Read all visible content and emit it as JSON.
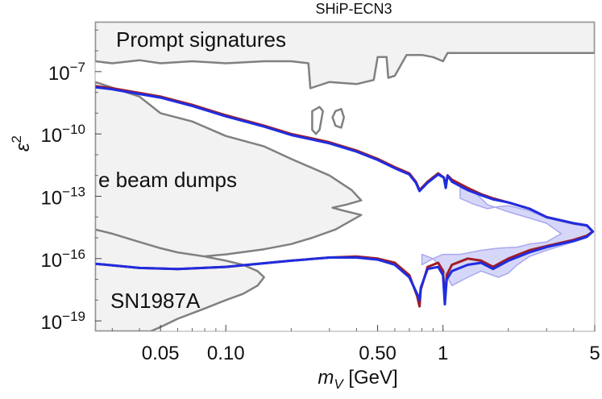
{
  "chart_data": {
    "type": "line",
    "title": "SHiP-ECN3",
    "xlabel": {
      "symbol": "m",
      "subscript": "V",
      "unit": " [GeV]"
    },
    "ylabel": {
      "symbol": "ε",
      "superscript": "2"
    },
    "x_scale": "log",
    "y_scale": "log",
    "xlim": [
      0.025,
      5
    ],
    "ylim": [
      -19.5,
      -4.6
    ],
    "x_ticks": [
      {
        "value": 0.05,
        "label": "0.05"
      },
      {
        "value": 0.1,
        "label": "0.10"
      },
      {
        "value": 0.5,
        "label": "0.50"
      },
      {
        "value": 1,
        "label": "1"
      },
      {
        "value": 5,
        "label": "5"
      }
    ],
    "y_ticks": [
      {
        "exp": -7,
        "base": "10",
        "sup": "−7"
      },
      {
        "exp": -10,
        "base": "10",
        "sup": "−10"
      },
      {
        "exp": -13,
        "base": "10",
        "sup": "−13"
      },
      {
        "exp": -16,
        "base": "10",
        "sup": "−16"
      },
      {
        "exp": -19,
        "base": "10",
        "sup": "−19"
      }
    ],
    "y_values_note": "y values are log10(ε²)",
    "excluded_regions": [
      {
        "label": "Prompt signatures",
        "fill": "#f2f2f2",
        "edge": "#808080",
        "polygon": [
          [
            0.025,
            -6.5
          ],
          [
            0.03,
            -6.6
          ],
          [
            0.04,
            -6.45
          ],
          [
            0.05,
            -6.6
          ],
          [
            0.07,
            -6.5
          ],
          [
            0.1,
            -6.6
          ],
          [
            0.15,
            -6.5
          ],
          [
            0.2,
            -6.5
          ],
          [
            0.24,
            -6.6
          ],
          [
            0.245,
            -7.8
          ],
          [
            0.3,
            -7.5
          ],
          [
            0.4,
            -7.6
          ],
          [
            0.48,
            -7.4
          ],
          [
            0.5,
            -6.3
          ],
          [
            0.55,
            -6.3
          ],
          [
            0.56,
            -7.3
          ],
          [
            0.6,
            -7.2
          ],
          [
            0.68,
            -6.2
          ],
          [
            0.8,
            -6.2
          ],
          [
            0.9,
            -6.3
          ],
          [
            1.0,
            -6.5
          ],
          [
            1.05,
            -6.1
          ],
          [
            1.5,
            -6.1
          ],
          [
            2.0,
            -6.1
          ],
          [
            3.0,
            -6.1
          ],
          [
            4.0,
            -6.1
          ],
          [
            5.0,
            -6.1
          ],
          [
            5.0,
            -4.6
          ],
          [
            0.025,
            -4.6
          ]
        ]
      },
      {
        "label": "e beam dumps",
        "fill": "#f2f2f2",
        "edge": "#808080",
        "polygon": [
          [
            0.025,
            -7.5
          ],
          [
            0.04,
            -8.2
          ],
          [
            0.05,
            -9.0
          ],
          [
            0.07,
            -9.4
          ],
          [
            0.1,
            -10.1
          ],
          [
            0.15,
            -10.6
          ],
          [
            0.2,
            -11.2
          ],
          [
            0.3,
            -12.0
          ],
          [
            0.38,
            -12.7
          ],
          [
            0.42,
            -13.2
          ],
          [
            0.36,
            -13.4
          ],
          [
            0.31,
            -13.55
          ],
          [
            0.35,
            -13.7
          ],
          [
            0.42,
            -13.9
          ],
          [
            0.32,
            -14.6
          ],
          [
            0.25,
            -15.0
          ],
          [
            0.2,
            -15.3
          ],
          [
            0.15,
            -15.55
          ],
          [
            0.1,
            -15.8
          ],
          [
            0.07,
            -15.95
          ],
          [
            0.05,
            -15.9
          ],
          [
            0.04,
            -15.7
          ],
          [
            0.03,
            -15.3
          ],
          [
            0.025,
            -15.0
          ]
        ]
      },
      {
        "label": "SN1987A",
        "fill": "#f2f2f2",
        "edge": "#808080",
        "polygon": [
          [
            0.025,
            -14.6
          ],
          [
            0.03,
            -14.8
          ],
          [
            0.04,
            -15.2
          ],
          [
            0.05,
            -15.5
          ],
          [
            0.06,
            -15.7
          ],
          [
            0.08,
            -15.9
          ],
          [
            0.1,
            -16.1
          ],
          [
            0.12,
            -16.3
          ],
          [
            0.14,
            -16.6
          ],
          [
            0.15,
            -16.9
          ],
          [
            0.14,
            -17.3
          ],
          [
            0.12,
            -17.7
          ],
          [
            0.1,
            -18.0
          ],
          [
            0.08,
            -18.4
          ],
          [
            0.06,
            -18.9
          ],
          [
            0.05,
            -19.3
          ],
          [
            0.045,
            -19.5
          ],
          [
            0.025,
            -19.5
          ]
        ]
      }
    ],
    "excluded_islands": [
      {
        "name": "prompt-island",
        "polygon": [
          [
            0.25,
            -8.9
          ],
          [
            0.27,
            -8.7
          ],
          [
            0.28,
            -8.9
          ],
          [
            0.27,
            -9.8
          ],
          [
            0.26,
            -10.0
          ],
          [
            0.25,
            -9.8
          ]
        ]
      },
      {
        "name": "prompt-island",
        "polygon": [
          [
            0.32,
            -8.9
          ],
          [
            0.34,
            -8.8
          ],
          [
            0.35,
            -9.2
          ],
          [
            0.34,
            -9.7
          ],
          [
            0.32,
            -9.6
          ],
          [
            0.31,
            -9.2
          ]
        ]
      }
    ],
    "series": [
      {
        "color": "#a01c24",
        "stroke_width": 3,
        "points": [
          [
            0.025,
            -16.25
          ],
          [
            0.04,
            -16.45
          ],
          [
            0.06,
            -16.5
          ],
          [
            0.1,
            -16.4
          ],
          [
            0.2,
            -16.1
          ],
          [
            0.3,
            -15.95
          ],
          [
            0.4,
            -15.9
          ],
          [
            0.5,
            -16.0
          ],
          [
            0.6,
            -16.2
          ],
          [
            0.7,
            -16.8
          ],
          [
            0.76,
            -17.8
          ],
          [
            0.78,
            -18.3
          ],
          [
            0.79,
            -17.5
          ],
          [
            0.85,
            -16.4
          ],
          [
            0.95,
            -16.2
          ],
          [
            1.0,
            -16.6
          ],
          [
            1.02,
            -18.0
          ],
          [
            1.04,
            -16.8
          ],
          [
            1.1,
            -16.3
          ],
          [
            1.3,
            -16.0
          ],
          [
            1.5,
            -16.1
          ],
          [
            1.7,
            -16.4
          ],
          [
            2.0,
            -16.0
          ],
          [
            2.5,
            -15.6
          ],
          [
            3.0,
            -15.4
          ],
          [
            4.0,
            -15.1
          ],
          [
            4.6,
            -14.9
          ],
          [
            4.9,
            -14.7
          ],
          [
            4.6,
            -14.4
          ],
          [
            4.0,
            -14.3
          ],
          [
            3.0,
            -14.0
          ],
          [
            2.5,
            -13.6
          ],
          [
            2.0,
            -13.3
          ],
          [
            1.7,
            -13.1
          ],
          [
            1.5,
            -12.9
          ],
          [
            1.3,
            -12.6
          ],
          [
            1.1,
            -12.2
          ],
          [
            1.05,
            -12.0
          ],
          [
            1.03,
            -12.5
          ],
          [
            1.01,
            -12.1
          ],
          [
            0.95,
            -11.9
          ],
          [
            0.85,
            -12.3
          ],
          [
            0.78,
            -12.7
          ],
          [
            0.75,
            -12.3
          ],
          [
            0.7,
            -11.9
          ],
          [
            0.6,
            -11.6
          ],
          [
            0.5,
            -11.2
          ],
          [
            0.4,
            -10.8
          ],
          [
            0.3,
            -10.4
          ],
          [
            0.2,
            -10.0
          ],
          [
            0.15,
            -9.6
          ],
          [
            0.1,
            -9.1
          ],
          [
            0.07,
            -8.6
          ],
          [
            0.05,
            -8.2
          ],
          [
            0.03,
            -7.8
          ],
          [
            0.025,
            -7.7
          ]
        ]
      },
      {
        "color": "#1f2de0",
        "stroke_width": 3,
        "points": [
          [
            0.025,
            -16.25
          ],
          [
            0.04,
            -16.45
          ],
          [
            0.06,
            -16.5
          ],
          [
            0.1,
            -16.4
          ],
          [
            0.2,
            -16.1
          ],
          [
            0.3,
            -15.95
          ],
          [
            0.4,
            -15.95
          ],
          [
            0.5,
            -16.05
          ],
          [
            0.6,
            -16.3
          ],
          [
            0.7,
            -16.9
          ],
          [
            0.76,
            -17.7
          ],
          [
            0.78,
            -18.0
          ],
          [
            0.79,
            -17.4
          ],
          [
            0.85,
            -16.5
          ],
          [
            0.95,
            -16.4
          ],
          [
            1.0,
            -16.8
          ],
          [
            1.02,
            -18.2
          ],
          [
            1.04,
            -17.0
          ],
          [
            1.1,
            -16.6
          ],
          [
            1.3,
            -16.3
          ],
          [
            1.5,
            -16.2
          ],
          [
            1.7,
            -16.5
          ],
          [
            2.0,
            -16.1
          ],
          [
            2.5,
            -15.7
          ],
          [
            3.0,
            -15.45
          ],
          [
            4.0,
            -15.15
          ],
          [
            4.6,
            -14.95
          ],
          [
            4.9,
            -14.7
          ],
          [
            4.6,
            -14.4
          ],
          [
            4.0,
            -14.3
          ],
          [
            3.0,
            -14.0
          ],
          [
            2.5,
            -13.6
          ],
          [
            2.0,
            -13.3
          ],
          [
            1.7,
            -13.15
          ],
          [
            1.5,
            -12.95
          ],
          [
            1.3,
            -12.7
          ],
          [
            1.1,
            -12.3
          ],
          [
            1.05,
            -12.0
          ],
          [
            1.03,
            -12.6
          ],
          [
            1.01,
            -12.1
          ],
          [
            0.95,
            -11.95
          ],
          [
            0.85,
            -12.35
          ],
          [
            0.78,
            -12.75
          ],
          [
            0.75,
            -12.35
          ],
          [
            0.7,
            -11.95
          ],
          [
            0.6,
            -11.65
          ],
          [
            0.5,
            -11.25
          ],
          [
            0.4,
            -10.85
          ],
          [
            0.3,
            -10.45
          ],
          [
            0.2,
            -10.05
          ],
          [
            0.15,
            -9.65
          ],
          [
            0.1,
            -9.15
          ],
          [
            0.07,
            -8.65
          ],
          [
            0.05,
            -8.25
          ],
          [
            0.03,
            -7.85
          ],
          [
            0.025,
            -7.75
          ]
        ]
      }
    ],
    "uncertainty_band": {
      "fill": "#c8c8f5",
      "edge": "#a8a8f0",
      "polygon": [
        [
          1.2,
          -13.1
        ],
        [
          1.4,
          -13.4
        ],
        [
          1.6,
          -13.6
        ],
        [
          1.8,
          -13.5
        ],
        [
          2.0,
          -13.45
        ],
        [
          2.5,
          -13.7
        ],
        [
          3.0,
          -14.05
        ],
        [
          4.0,
          -14.35
        ],
        [
          4.6,
          -14.45
        ],
        [
          4.9,
          -14.7
        ],
        [
          4.6,
          -15.0
        ],
        [
          4.0,
          -15.2
        ],
        [
          3.0,
          -15.6
        ],
        [
          2.5,
          -15.9
        ],
        [
          2.2,
          -16.3
        ],
        [
          2.0,
          -16.7
        ],
        [
          1.8,
          -16.9
        ],
        [
          1.5,
          -16.6
        ],
        [
          1.3,
          -16.9
        ],
        [
          1.1,
          -17.3
        ],
        [
          1.0,
          -16.5
        ],
        [
          0.9,
          -16.0
        ],
        [
          0.8,
          -15.8
        ],
        [
          0.8,
          -16.3
        ],
        [
          0.9,
          -16.0
        ],
        [
          1.0,
          -15.8
        ],
        [
          1.2,
          -15.8
        ],
        [
          1.5,
          -15.6
        ],
        [
          1.8,
          -15.5
        ],
        [
          2.2,
          -15.45
        ],
        [
          2.5,
          -15.3
        ],
        [
          3.0,
          -15.2
        ],
        [
          3.5,
          -14.8
        ],
        [
          3.0,
          -14.3
        ],
        [
          2.5,
          -14.05
        ],
        [
          2.0,
          -13.75
        ],
        [
          1.6,
          -13.4
        ],
        [
          1.4,
          -12.8
        ],
        [
          1.2,
          -12.6
        ]
      ]
    },
    "grid": false,
    "legend": "none"
  }
}
